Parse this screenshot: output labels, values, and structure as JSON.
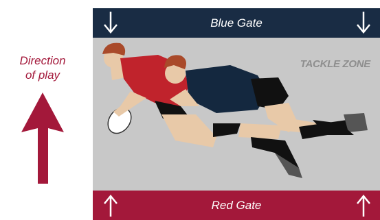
{
  "direction": {
    "line1": "Direction",
    "line2": "of play",
    "arrow_icon": "up-arrow-icon"
  },
  "gates": {
    "blue": {
      "label": "Blue Gate",
      "color": "#192c44",
      "arrow_icon": "down-arrow-icon"
    },
    "red": {
      "label": "Red Gate",
      "color": "#a3183a",
      "arrow_icon": "up-arrow-icon"
    }
  },
  "zone": {
    "label": "TACKLE ZONE",
    "background": "#c8c8c8"
  },
  "players": {
    "ball_carrier_color": "#c0232c",
    "tackler_color": "#14283f"
  }
}
